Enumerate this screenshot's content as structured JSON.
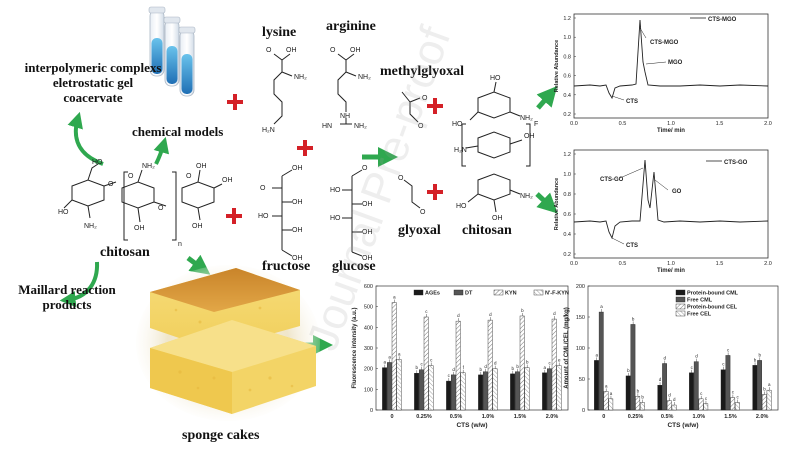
{
  "labels": {
    "complexes_line1": "interpolymeric complexs",
    "complexes_line2": "eletrostatic gel",
    "complexes_line3": "coacervate",
    "chemical_models": "chemical models",
    "chitosan_left": "chitosan",
    "maillard_line1": "Maillard reaction",
    "maillard_line2": "products",
    "sponge_cakes": "sponge cakes",
    "lysine": "lysine",
    "arginine": "arginine",
    "fructose": "fructose",
    "glucose": "glucose",
    "methylglyoxal": "methylglyoxal",
    "glyoxal": "glyoxal",
    "chitosan_right": "chitosan",
    "watermark": "Journal Pre-proof"
  },
  "colors": {
    "plus": "#d42027",
    "arrow": "#2fa84f",
    "bar_black": "#1a1a1a",
    "bar_dark": "#555555",
    "bar_grey": "#9a9a9a"
  },
  "chromatograms": [
    {
      "ylabel": "Relative Abundance",
      "xlabel": "Time/ min",
      "legend": "CTS-MGO",
      "annotations": [
        "CTS-MGO",
        "MGO",
        "CTS"
      ],
      "yticks": [
        "1.2",
        "1.0",
        "0.8",
        "0.6",
        "0.4",
        "0.2"
      ],
      "xticks": [
        "0.0",
        "0.5",
        "1.0",
        "1.5",
        "2.0"
      ]
    },
    {
      "ylabel": "Relative Abundance",
      "xlabel": "Time/ min",
      "legend": "CTS-GO",
      "annotations": [
        "CTS-GO",
        "GO",
        "CTS"
      ],
      "yticks": [
        "1.2",
        "1.0",
        "0.8",
        "0.6",
        "0.4",
        "0.2"
      ],
      "xticks": [
        "0.0",
        "0.5",
        "1.0",
        "1.5",
        "2.0"
      ]
    }
  ],
  "chart_data": [
    {
      "type": "bar",
      "ylabel": "Fluorescence intensity (a.u.)",
      "xlabel": "CTS (w/w)",
      "categories": [
        "0",
        "0.25%",
        "0.5%",
        "1.0%",
        "1.5%",
        "2.0%"
      ],
      "ylim": [
        0,
        600
      ],
      "yticks": [
        "0",
        "100",
        "200",
        "300",
        "400",
        "500",
        "600"
      ],
      "series": [
        {
          "name": "AGEs",
          "values": [
            205,
            178,
            140,
            170,
            175,
            180
          ]
        },
        {
          "name": "DT",
          "values": [
            230,
            195,
            170,
            185,
            185,
            200
          ]
        },
        {
          "name": "KYN",
          "values": [
            520,
            450,
            430,
            435,
            455,
            440
          ]
        },
        {
          "name": "N'-F-KYN",
          "values": [
            245,
            215,
            180,
            200,
            205,
            215
          ]
        }
      ],
      "letters": [
        [
          "a",
          "a",
          "a",
          "a"
        ],
        [
          "b",
          "c",
          "c",
          "c"
        ],
        [
          "c",
          "d",
          "d",
          "f"
        ],
        [
          "b",
          "d",
          "d",
          "d"
        ],
        [
          "b",
          "b",
          "b",
          "b"
        ],
        [
          "a",
          "c",
          "d",
          "e"
        ]
      ]
    },
    {
      "type": "bar",
      "ylabel": "Amount of CML/CEL (mg/kg)",
      "xlabel": "CTS (w/w)",
      "categories": [
        "0",
        "0.25%",
        "0.5%",
        "1.0%",
        "1.5%",
        "2.0%"
      ],
      "ylim": [
        0,
        200
      ],
      "yticks": [
        "0",
        "50",
        "100",
        "150",
        "200"
      ],
      "series": [
        {
          "name": "Protein-bound CML",
          "values": [
            80,
            55,
            40,
            60,
            65,
            72
          ]
        },
        {
          "name": "Free CML",
          "values": [
            158,
            138,
            75,
            78,
            88,
            80
          ]
        },
        {
          "name": "Protein-bound CEL",
          "values": [
            30,
            22,
            15,
            18,
            20,
            25
          ]
        },
        {
          "name": "Free CEL",
          "values": [
            18,
            12,
            8,
            10,
            12,
            32
          ]
        }
      ],
      "letters": [
        [
          "a",
          "a",
          "a",
          "a"
        ],
        [
          "b",
          "b",
          "b",
          "b"
        ],
        [
          "d",
          "d",
          "d",
          "d"
        ],
        [
          "c",
          "d",
          "c",
          "c"
        ],
        [
          "c",
          "c",
          "c",
          "c"
        ],
        [
          "b",
          "b",
          "b",
          "a"
        ]
      ]
    }
  ]
}
